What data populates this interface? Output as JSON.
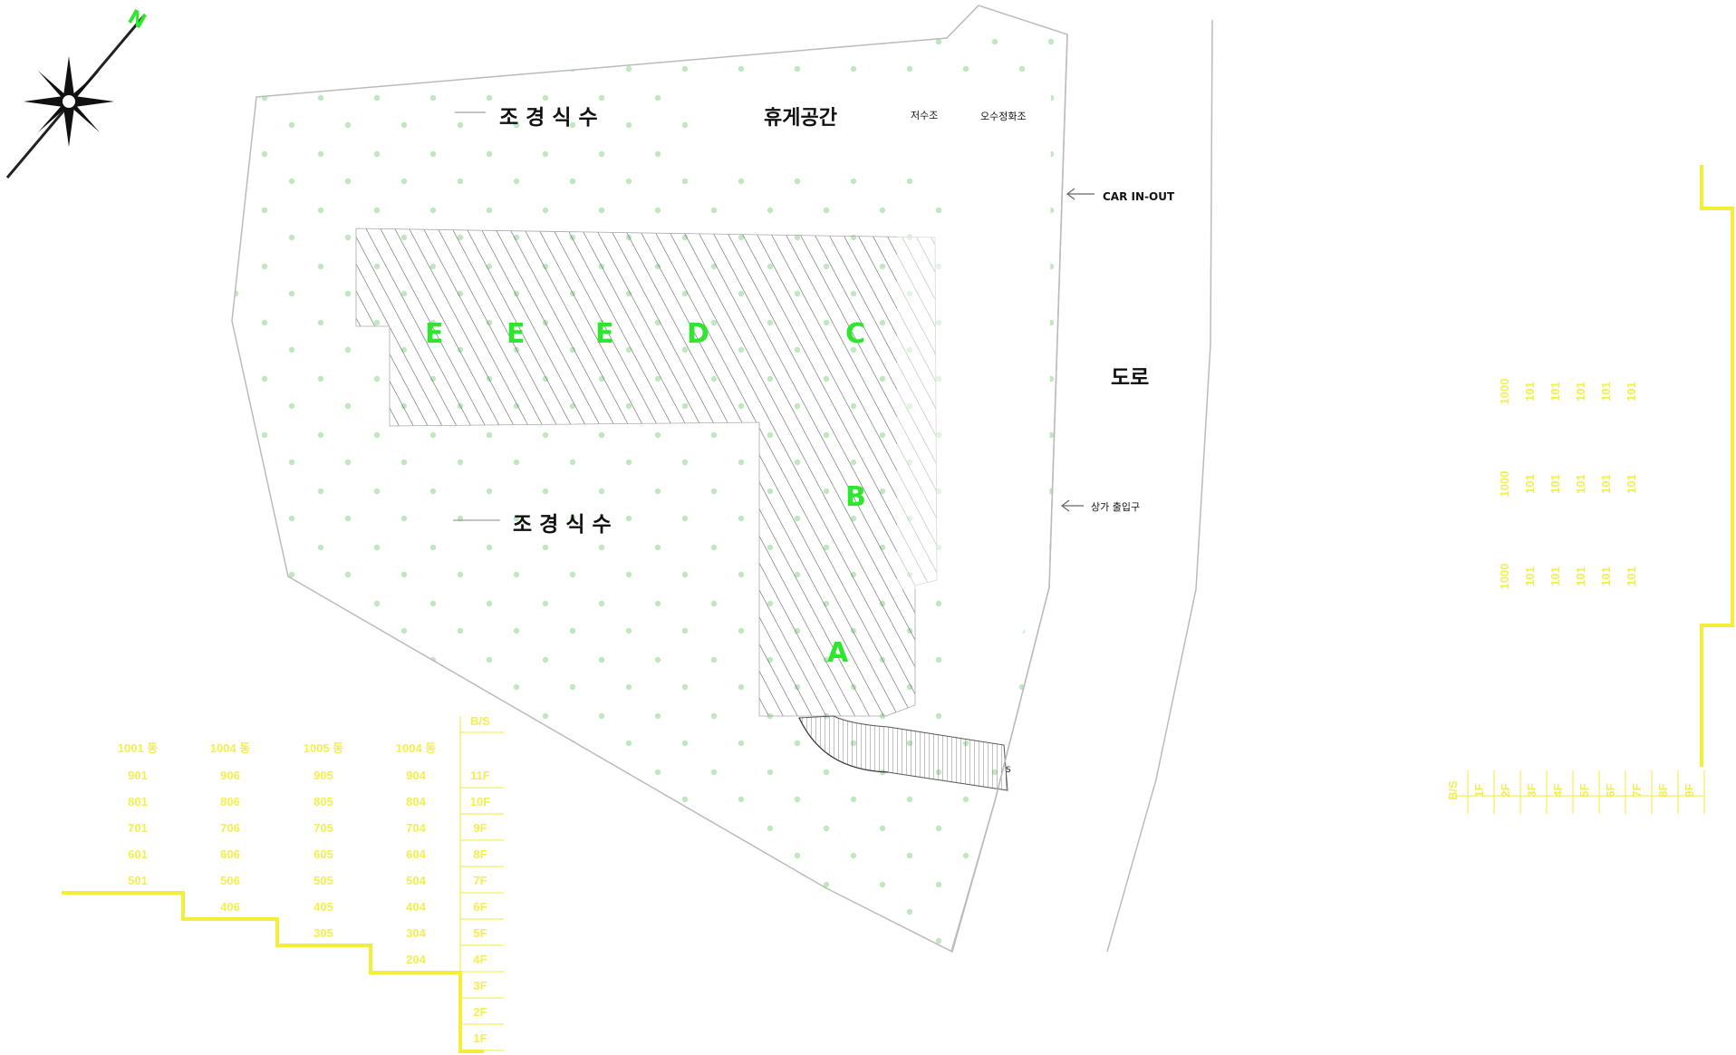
{
  "labels": {
    "landscape_1": "조 경 식 수",
    "landscape_2": "조 경 식 수",
    "rest_area": "휴게공간",
    "water_tank": "저수조",
    "septic_tank": "오수정화조",
    "car_inout": "CAR IN-OUT",
    "shop_entrance": "상가 출입구",
    "road": "도로",
    "north": "N"
  },
  "buildings": [
    "E",
    "E",
    "E",
    "D",
    "C",
    "B",
    "A"
  ],
  "colors": {
    "site_line": "#bbbbbb",
    "hatch": "#555555",
    "dots": "#bfe8bf",
    "buildings": "#2ee62e",
    "schedule": "#f2ee3a"
  },
  "schedule_left": {
    "headers": [
      "1001 동",
      "1004 동",
      "1005 동",
      "1004 동",
      "B/S"
    ],
    "rows": [
      [
        "901",
        "906",
        "905",
        "904",
        "11F"
      ],
      [
        "801",
        "806",
        "805",
        "804",
        "10F"
      ],
      [
        "701",
        "706",
        "705",
        "704",
        "9F"
      ],
      [
        "601",
        "606",
        "605",
        "604",
        "8F"
      ],
      [
        "501",
        "506",
        "505",
        "504",
        "7F"
      ],
      [
        "",
        "406",
        "405",
        "404",
        "6F"
      ],
      [
        "",
        "",
        "305",
        "304",
        "5F"
      ],
      [
        "",
        "",
        "",
        "204",
        "4F"
      ],
      [
        "",
        "",
        "",
        "",
        "3F"
      ],
      [
        "",
        "",
        "",
        "",
        "2F"
      ],
      [
        "",
        "",
        "",
        "",
        "1F"
      ]
    ]
  },
  "schedule_right": {
    "rows": [
      [
        "1000",
        "101",
        "101",
        "101",
        "101",
        "101"
      ],
      [
        "1000",
        "101",
        "101",
        "101",
        "101",
        "101"
      ],
      [
        "1000",
        "101",
        "101",
        "101",
        "101",
        "101"
      ]
    ],
    "floors": [
      "B/S",
      "1F",
      "2F",
      "3F",
      "4F",
      "5F",
      "6F",
      "7F",
      "8F",
      "9F"
    ]
  }
}
